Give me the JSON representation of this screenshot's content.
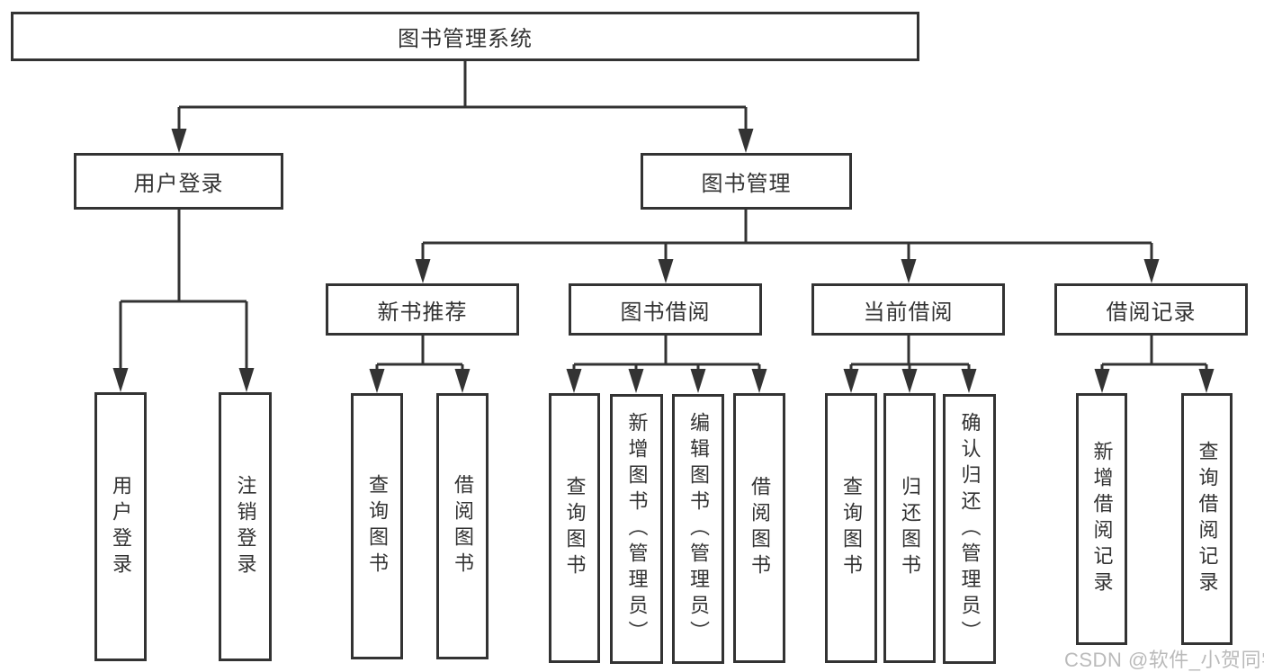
{
  "diagram": {
    "title": "图书管理系统",
    "nodes": {
      "root": {
        "label": "图书管理系统"
      },
      "user_login": {
        "label": "用户登录"
      },
      "book_management": {
        "label": "图书管理"
      },
      "new_book_recommend": {
        "label": "新书推荐"
      },
      "book_borrowing": {
        "label": "图书借阅"
      },
      "current_borrowing": {
        "label": "当前借阅"
      },
      "borrowing_records": {
        "label": "借阅记录"
      },
      "login_user_login": {
        "label": "用户登录"
      },
      "login_logout": {
        "label": "注销登录"
      },
      "recommend_query_books": {
        "label": "查询图书"
      },
      "recommend_borrow_books": {
        "label": "借阅图书"
      },
      "borrowing_query_books": {
        "label": "查询图书"
      },
      "borrowing_add_books": {
        "label": "新增图书（管理员）"
      },
      "borrowing_edit_books": {
        "label": "编辑图书（管理员）"
      },
      "borrowing_borrow_books": {
        "label": "借阅图书"
      },
      "current_query_books": {
        "label": "查询图书"
      },
      "current_return_books": {
        "label": "归还图书"
      },
      "current_confirm_return": {
        "label": "确认归还（管理员）"
      },
      "records_add_record": {
        "label": "新增借阅记录"
      },
      "records_query_record": {
        "label": "查询借阅记录"
      }
    }
  },
  "watermark": {
    "text": "CSDN @软件_小贺同学"
  },
  "colors": {
    "line": "#333333",
    "text": "#333333",
    "watermark": "#b3b3b3",
    "background": "#ffffff"
  }
}
